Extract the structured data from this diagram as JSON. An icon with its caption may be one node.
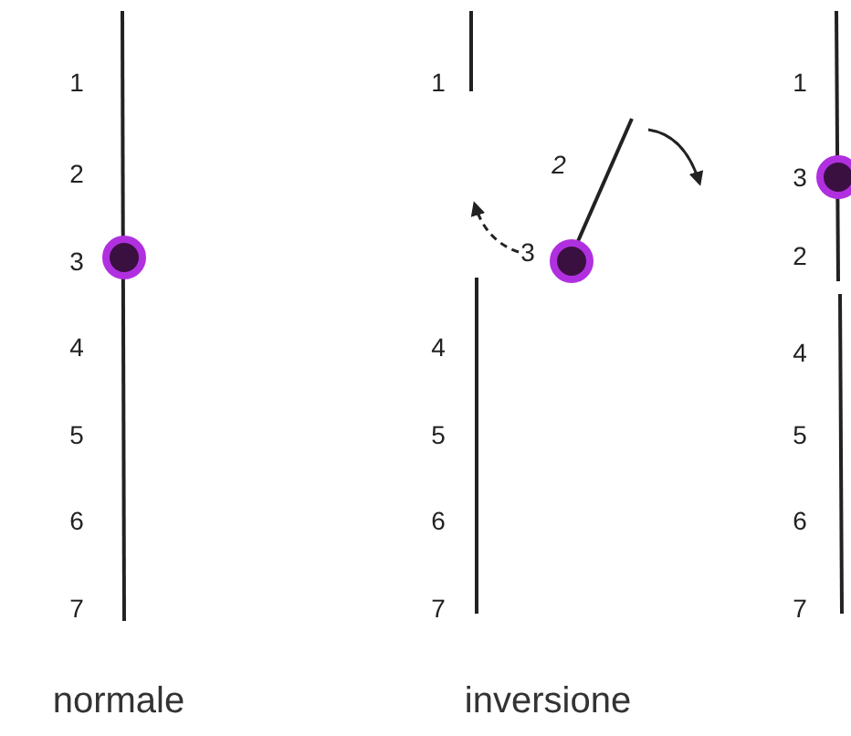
{
  "diagram": {
    "labels": [
      "1",
      "2",
      "3",
      "4",
      "5",
      "6",
      "7",
      "normale",
      "1",
      "2",
      "3",
      "4",
      "5",
      "6",
      "7",
      "inversione",
      "1",
      "3",
      "2",
      "4",
      "5",
      "6",
      "7"
    ]
  }
}
